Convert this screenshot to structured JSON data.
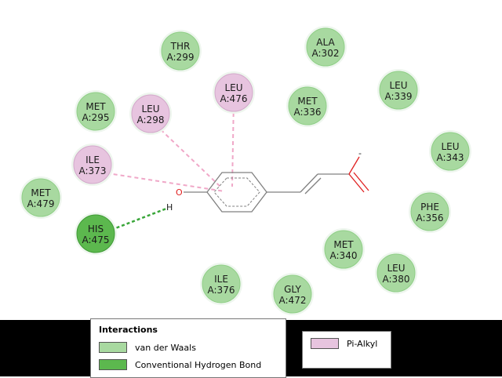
{
  "residues": [
    {
      "name": "THR",
      "num": "A:299",
      "type": "vdw"
    },
    {
      "name": "ALA",
      "num": "A:302",
      "type": "vdw"
    },
    {
      "name": "LEU",
      "num": "A:476",
      "type": "pi_alkyl"
    },
    {
      "name": "LEU",
      "num": "A:339",
      "type": "vdw"
    },
    {
      "name": "MET",
      "num": "A:295",
      "type": "vdw"
    },
    {
      "name": "LEU",
      "num": "A:298",
      "type": "pi_alkyl"
    },
    {
      "name": "MET",
      "num": "A:336",
      "type": "vdw"
    },
    {
      "name": "LEU",
      "num": "A:343",
      "type": "vdw"
    },
    {
      "name": "ILE",
      "num": "A:373",
      "type": "pi_alkyl"
    },
    {
      "name": "MET",
      "num": "A:479",
      "type": "vdw"
    },
    {
      "name": "PHE",
      "num": "A:356",
      "type": "vdw"
    },
    {
      "name": "HIS",
      "num": "A:475",
      "type": "hbond"
    },
    {
      "name": "MET",
      "num": "A:340",
      "type": "vdw"
    },
    {
      "name": "LEU",
      "num": "A:380",
      "type": "vdw"
    },
    {
      "name": "ILE",
      "num": "A:376",
      "type": "vdw"
    },
    {
      "name": "GLY",
      "num": "A:472",
      "type": "vdw"
    }
  ],
  "ligand": {
    "atom_O": "O",
    "atom_H": "H",
    "charge": "-"
  },
  "legend": {
    "title": "Interactions",
    "items": [
      {
        "label": "van der Waals",
        "type": "vdw"
      },
      {
        "label": "Conventional Hydrogen Bond",
        "type": "hbond"
      },
      {
        "label": "Pi-Alkyl",
        "type": "pi_alkyl"
      }
    ]
  },
  "colors": {
    "vdw_fill": "#a8d9a0",
    "vdw_stroke": "#8fcf86",
    "hbond_fill": "#5cb84e",
    "hbond_stroke": "#3e9a34",
    "pi_alkyl_fill": "#e7c4df",
    "pi_alkyl_stroke": "#d2a8ca",
    "hbond_line": "#3aa63a",
    "pi_alkyl_line": "#f0a8c8",
    "oxygen": "#e02020",
    "bond": "#808080"
  }
}
